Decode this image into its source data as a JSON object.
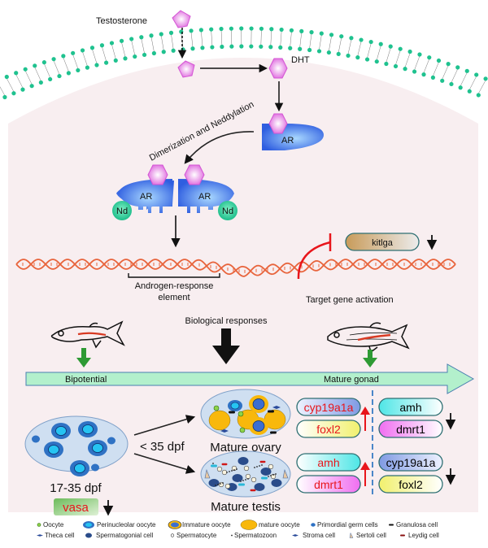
{
  "signaling": {
    "testosterone": "Testosterone",
    "dht": "DHT",
    "receptor": "AR",
    "neddylation_tag": "Nd",
    "dimerization": "Dimerization and Neddylation",
    "are_line1": "Androgen-response",
    "are_line2": "element",
    "target_gene_activation": "Target gene activation",
    "kitlga": {
      "label": "kitlga",
      "direction": "down"
    },
    "biological_responses": "Biological responses"
  },
  "timeline": {
    "start_label": "Bipotential",
    "end_label": "Mature  gonad"
  },
  "gonads": {
    "stage_label": "17-35 dpf",
    "vasa": {
      "label": "vasa",
      "direction": "down"
    },
    "transition_label": "< 35 dpf",
    "ovary_label": "Mature ovary",
    "testis_label": "Mature testis"
  },
  "gene_panels": {
    "ovary_up": [
      {
        "label": "cyp19a1a"
      },
      {
        "label": "foxl2"
      }
    ],
    "ovary_down": [
      {
        "label": "amh"
      },
      {
        "label": "dmrt1"
      }
    ],
    "testis_up": [
      {
        "label": "amh"
      },
      {
        "label": "dmrt1"
      }
    ],
    "testis_down": [
      {
        "label": "cyp19a1a"
      },
      {
        "label": "foxl2"
      }
    ]
  },
  "legend": {
    "row1": [
      "Oocyte",
      "Perinucleolar oocyte",
      "Immature oocyte",
      "mature oocyte",
      "Primordial germ cells",
      "Granulosa cell"
    ],
    "row2": [
      "Theca cell",
      "Spermatogonial cell",
      "Spermatocyte",
      "Spermatozoon",
      "Stroma cell",
      "Sertoli cell",
      "Leydig cell"
    ]
  },
  "colors": {
    "cytoplasm": "#f8eef0",
    "membrane_head": "#1fc28f",
    "hormone": "#e66ae6",
    "receptor": "#3a6fe8",
    "nedd8": "#1fc28f",
    "dna": "#e8643c",
    "inhibition": "#e8151b",
    "timeline_arrow": "#b3f0cc",
    "up_arrow": "#e8151b",
    "green_arrow": "#2e9a34",
    "gene_red_text": "#e8151b"
  }
}
